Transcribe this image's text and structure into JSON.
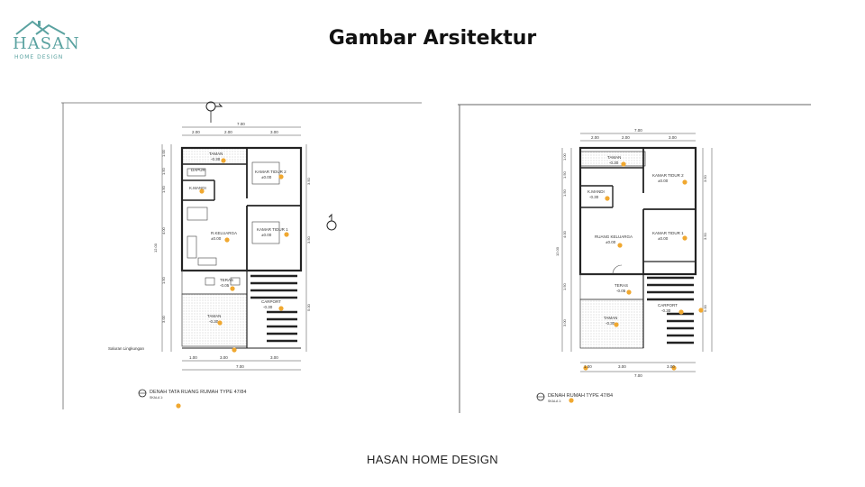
{
  "header": {
    "logo_name": "HASAN",
    "logo_sub": "HOME DESIGN",
    "title": "Gambar Arsitektur"
  },
  "footer": {
    "text": "HASAN HOME DESIGN"
  },
  "colors": {
    "accent": "#5aa2a0",
    "marker": "#f0a830",
    "wall": "#222222"
  },
  "plan_left": {
    "dims_top": [
      "7.00",
      "2.00",
      "2.00",
      "3.00"
    ],
    "dims_bottom": [
      "1.00",
      "3.00",
      "3.00",
      "7.00"
    ],
    "dims_left": [
      "1.00",
      "1.50",
      "1.50",
      "4.00",
      "1.50",
      "3.00",
      "12.00"
    ],
    "dims_right": [
      "3.50",
      "3.50",
      "5.00"
    ],
    "rooms": {
      "taman_top": "TAMAN",
      "taman_top_lvl": "-0.30",
      "kamar_tidur_2": "KAMAR TIDUR 2",
      "kamar_tidur_2_lvl": "±0.00",
      "dapur": "DAPUR",
      "kamar_mandi": "K.MANDI",
      "ruang_keluarga": "R.KELUARGA",
      "ruang_keluarga_lvl": "±0.00",
      "kamar_tidur_1": "KAMAR TIDUR 1",
      "kamar_tidur_1_lvl": "±0.00",
      "teras": "TERAS",
      "teras_lvl": "-0.05",
      "carport": "CARPORT",
      "carport_lvl": "-0.30",
      "taman_bottom": "TAMAN",
      "taman_bottom_lvl": "-0.30"
    },
    "saluran": "Saluran Lingkungan",
    "caption": "DENAH TATA RUANG RUMAH TYPE 47/84",
    "scale": "SKALA 1:"
  },
  "plan_right": {
    "dims_top": [
      "7.00",
      "2.00",
      "2.00",
      "3.00"
    ],
    "dims_bottom": [
      "1.00",
      "3.00",
      "3.00",
      "7.00"
    ],
    "dims_left": [
      "1.00",
      "1.50",
      "1.50",
      "4.00",
      "1.50",
      "3.00",
      "12.00"
    ],
    "dims_right": [
      "3.50",
      "3.50",
      "5.00"
    ],
    "rooms": {
      "taman_top": "TAMAN",
      "taman_top_lvl": "-0.30",
      "kamar_tidur_2": "KAMAR TIDUR 2",
      "kamar_tidur_2_lvl": "±0.00",
      "kamar_mandi": "K.MANDI",
      "kamar_mandi_lvl": "-0.30",
      "ruang_keluarga": "RUANG KELUARGA",
      "ruang_keluarga_lvl": "±0.00",
      "kamar_tidur_1": "KAMAR TIDUR 1",
      "kamar_tidur_1_lvl": "±0.00",
      "teras": "TERAS",
      "teras_lvl": "-0.05",
      "carport": "CARPORT",
      "carport_lvl": "-0.30",
      "taman_bottom": "TAMAN",
      "taman_bottom_lvl": "-0.30"
    },
    "caption": "DENAH RUMAH TYPE 47/84",
    "scale": "SKALA 1:"
  }
}
